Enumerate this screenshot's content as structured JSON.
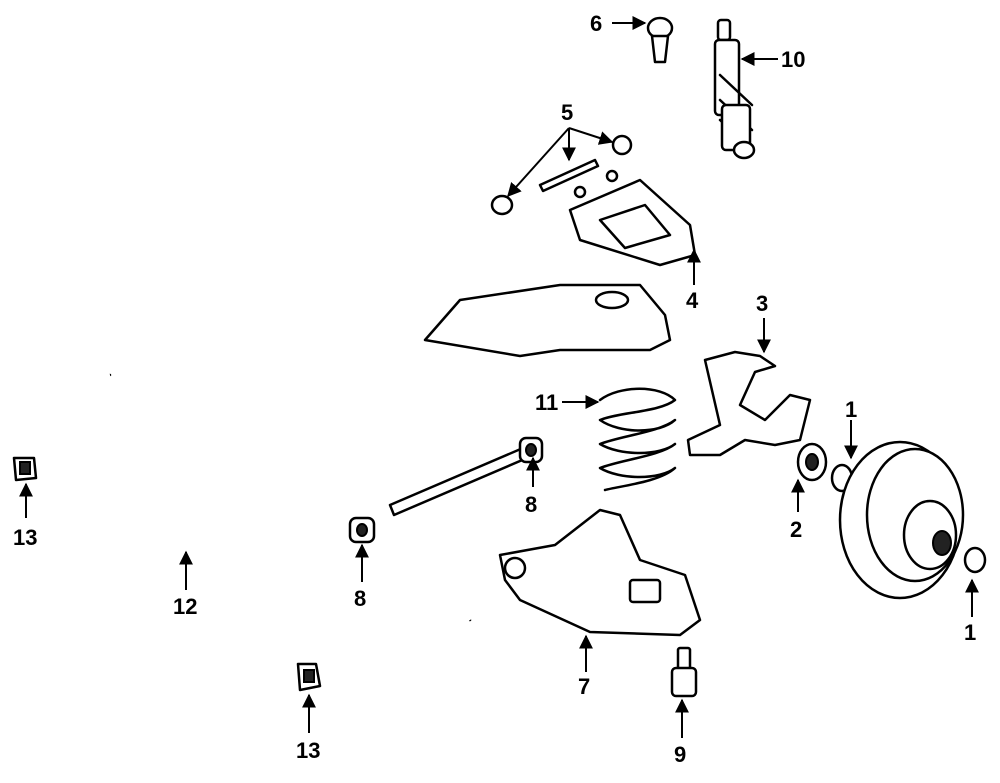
{
  "callouts": {
    "c1a": "1",
    "c1b": "1",
    "c2": "2",
    "c3": "3",
    "c4": "4",
    "c5": "5",
    "c6": "6",
    "c7": "7",
    "c8a": "8",
    "c8b": "8",
    "c9": "9",
    "c10": "10",
    "c11": "11",
    "c12": "12",
    "c13a": "13",
    "c13b": "13"
  }
}
